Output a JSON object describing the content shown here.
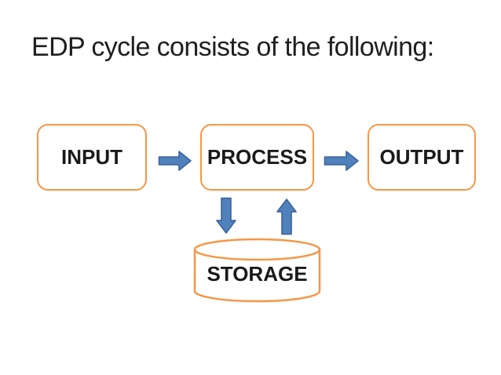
{
  "slide": {
    "title": "EDP cycle consists of the following:",
    "diagram": {
      "type": "flowchart",
      "nodes": [
        {
          "id": "input",
          "label": "INPUT",
          "shape": "rounded-rectangle"
        },
        {
          "id": "process",
          "label": "PROCESS",
          "shape": "rounded-rectangle"
        },
        {
          "id": "output",
          "label": "OUTPUT",
          "shape": "rounded-rectangle"
        },
        {
          "id": "storage",
          "label": "STORAGE",
          "shape": "cylinder"
        }
      ],
      "arrows": [
        {
          "from": "input",
          "to": "process",
          "direction": "right"
        },
        {
          "from": "process",
          "to": "output",
          "direction": "right"
        },
        {
          "from": "process",
          "to": "storage",
          "direction": "down"
        },
        {
          "from": "storage",
          "to": "process",
          "direction": "up"
        }
      ]
    },
    "colors": {
      "background": "#FFFFFF",
      "shape_outline": "#F79646",
      "shape_fill": "#FFFFFF",
      "arrow_fill": "#4F81BD",
      "arrow_stroke": "#3B639C",
      "title_text": "#1F1F1F",
      "label_text": "#1A1A1A"
    }
  }
}
